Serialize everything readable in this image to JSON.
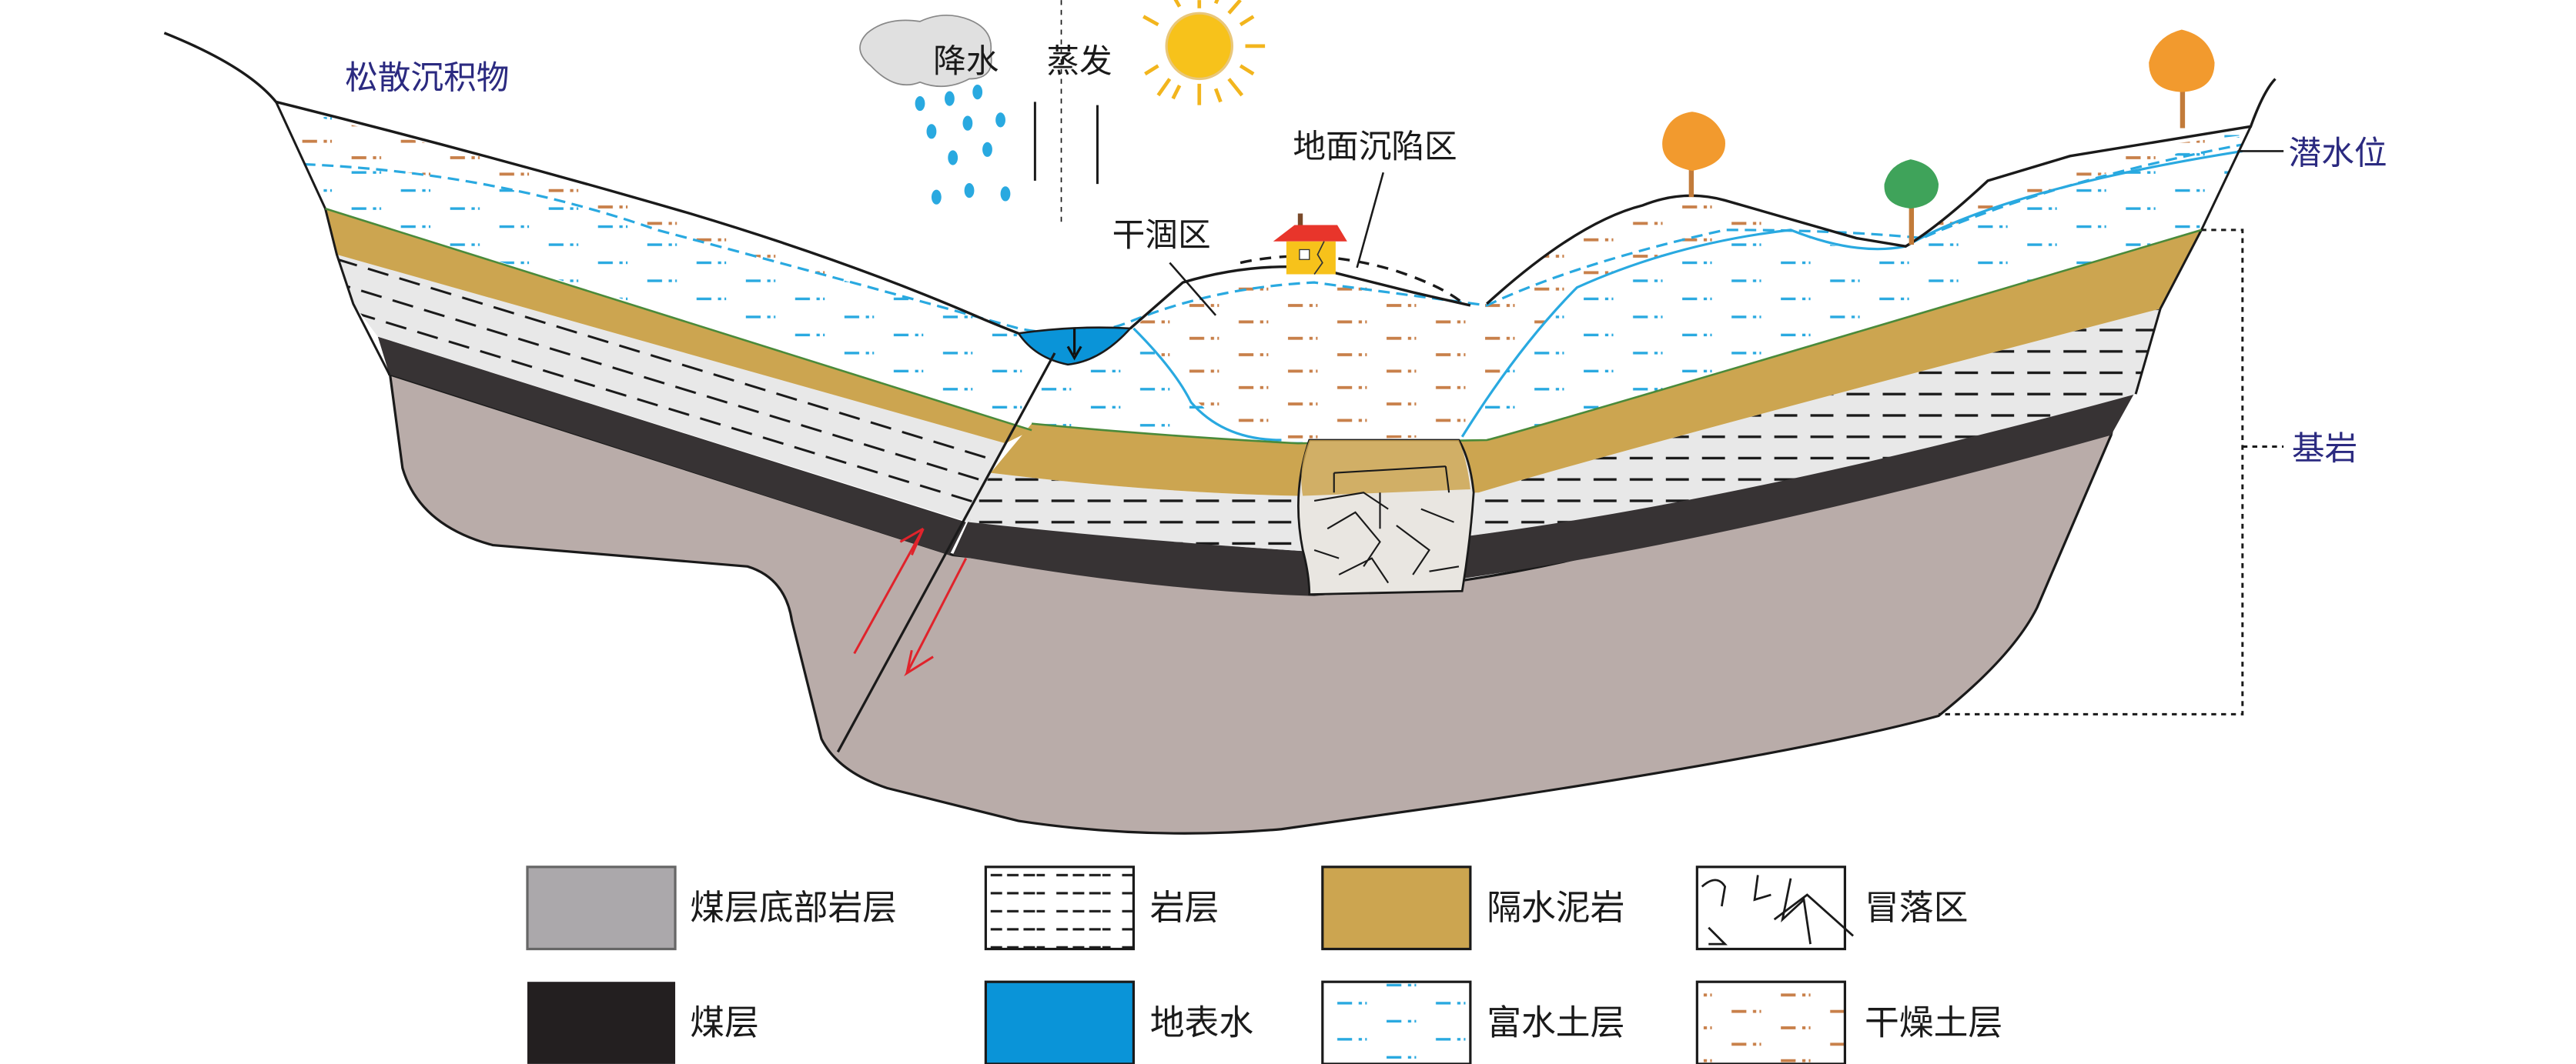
{
  "labels": {
    "loose_sediment": "松散沉积物",
    "precipitation": "降水",
    "evaporation": "蒸发",
    "subsidence_zone": "地面沉陷区",
    "dried_zone": "干涸区",
    "water_table": "潜水位",
    "bedrock": "基岩"
  },
  "legend": [
    {
      "label": "煤层底部岩层",
      "swatch": "base-rock"
    },
    {
      "label": "岩层",
      "swatch": "rock"
    },
    {
      "label": "隔水泥岩",
      "swatch": "mudstone"
    },
    {
      "label": "冒落区",
      "swatch": "caving"
    },
    {
      "label": "煤层",
      "swatch": "coal"
    },
    {
      "label": "地表水",
      "swatch": "surface-water"
    },
    {
      "label": "富水土层",
      "swatch": "wet-soil"
    },
    {
      "label": "干燥土层",
      "swatch": "dry-soil"
    }
  ],
  "colors": {
    "base_rock": "#b9aca9",
    "legend_base_rock": "#aba8ab",
    "mudstone": "#cca550",
    "coal": "#373334",
    "surface_water": "#0a94d8",
    "wet_dash": "#29a9e0",
    "dry_dash": "#c8804a",
    "label_navy": "#2b2a80",
    "fault_arrow": "#e0232b"
  }
}
